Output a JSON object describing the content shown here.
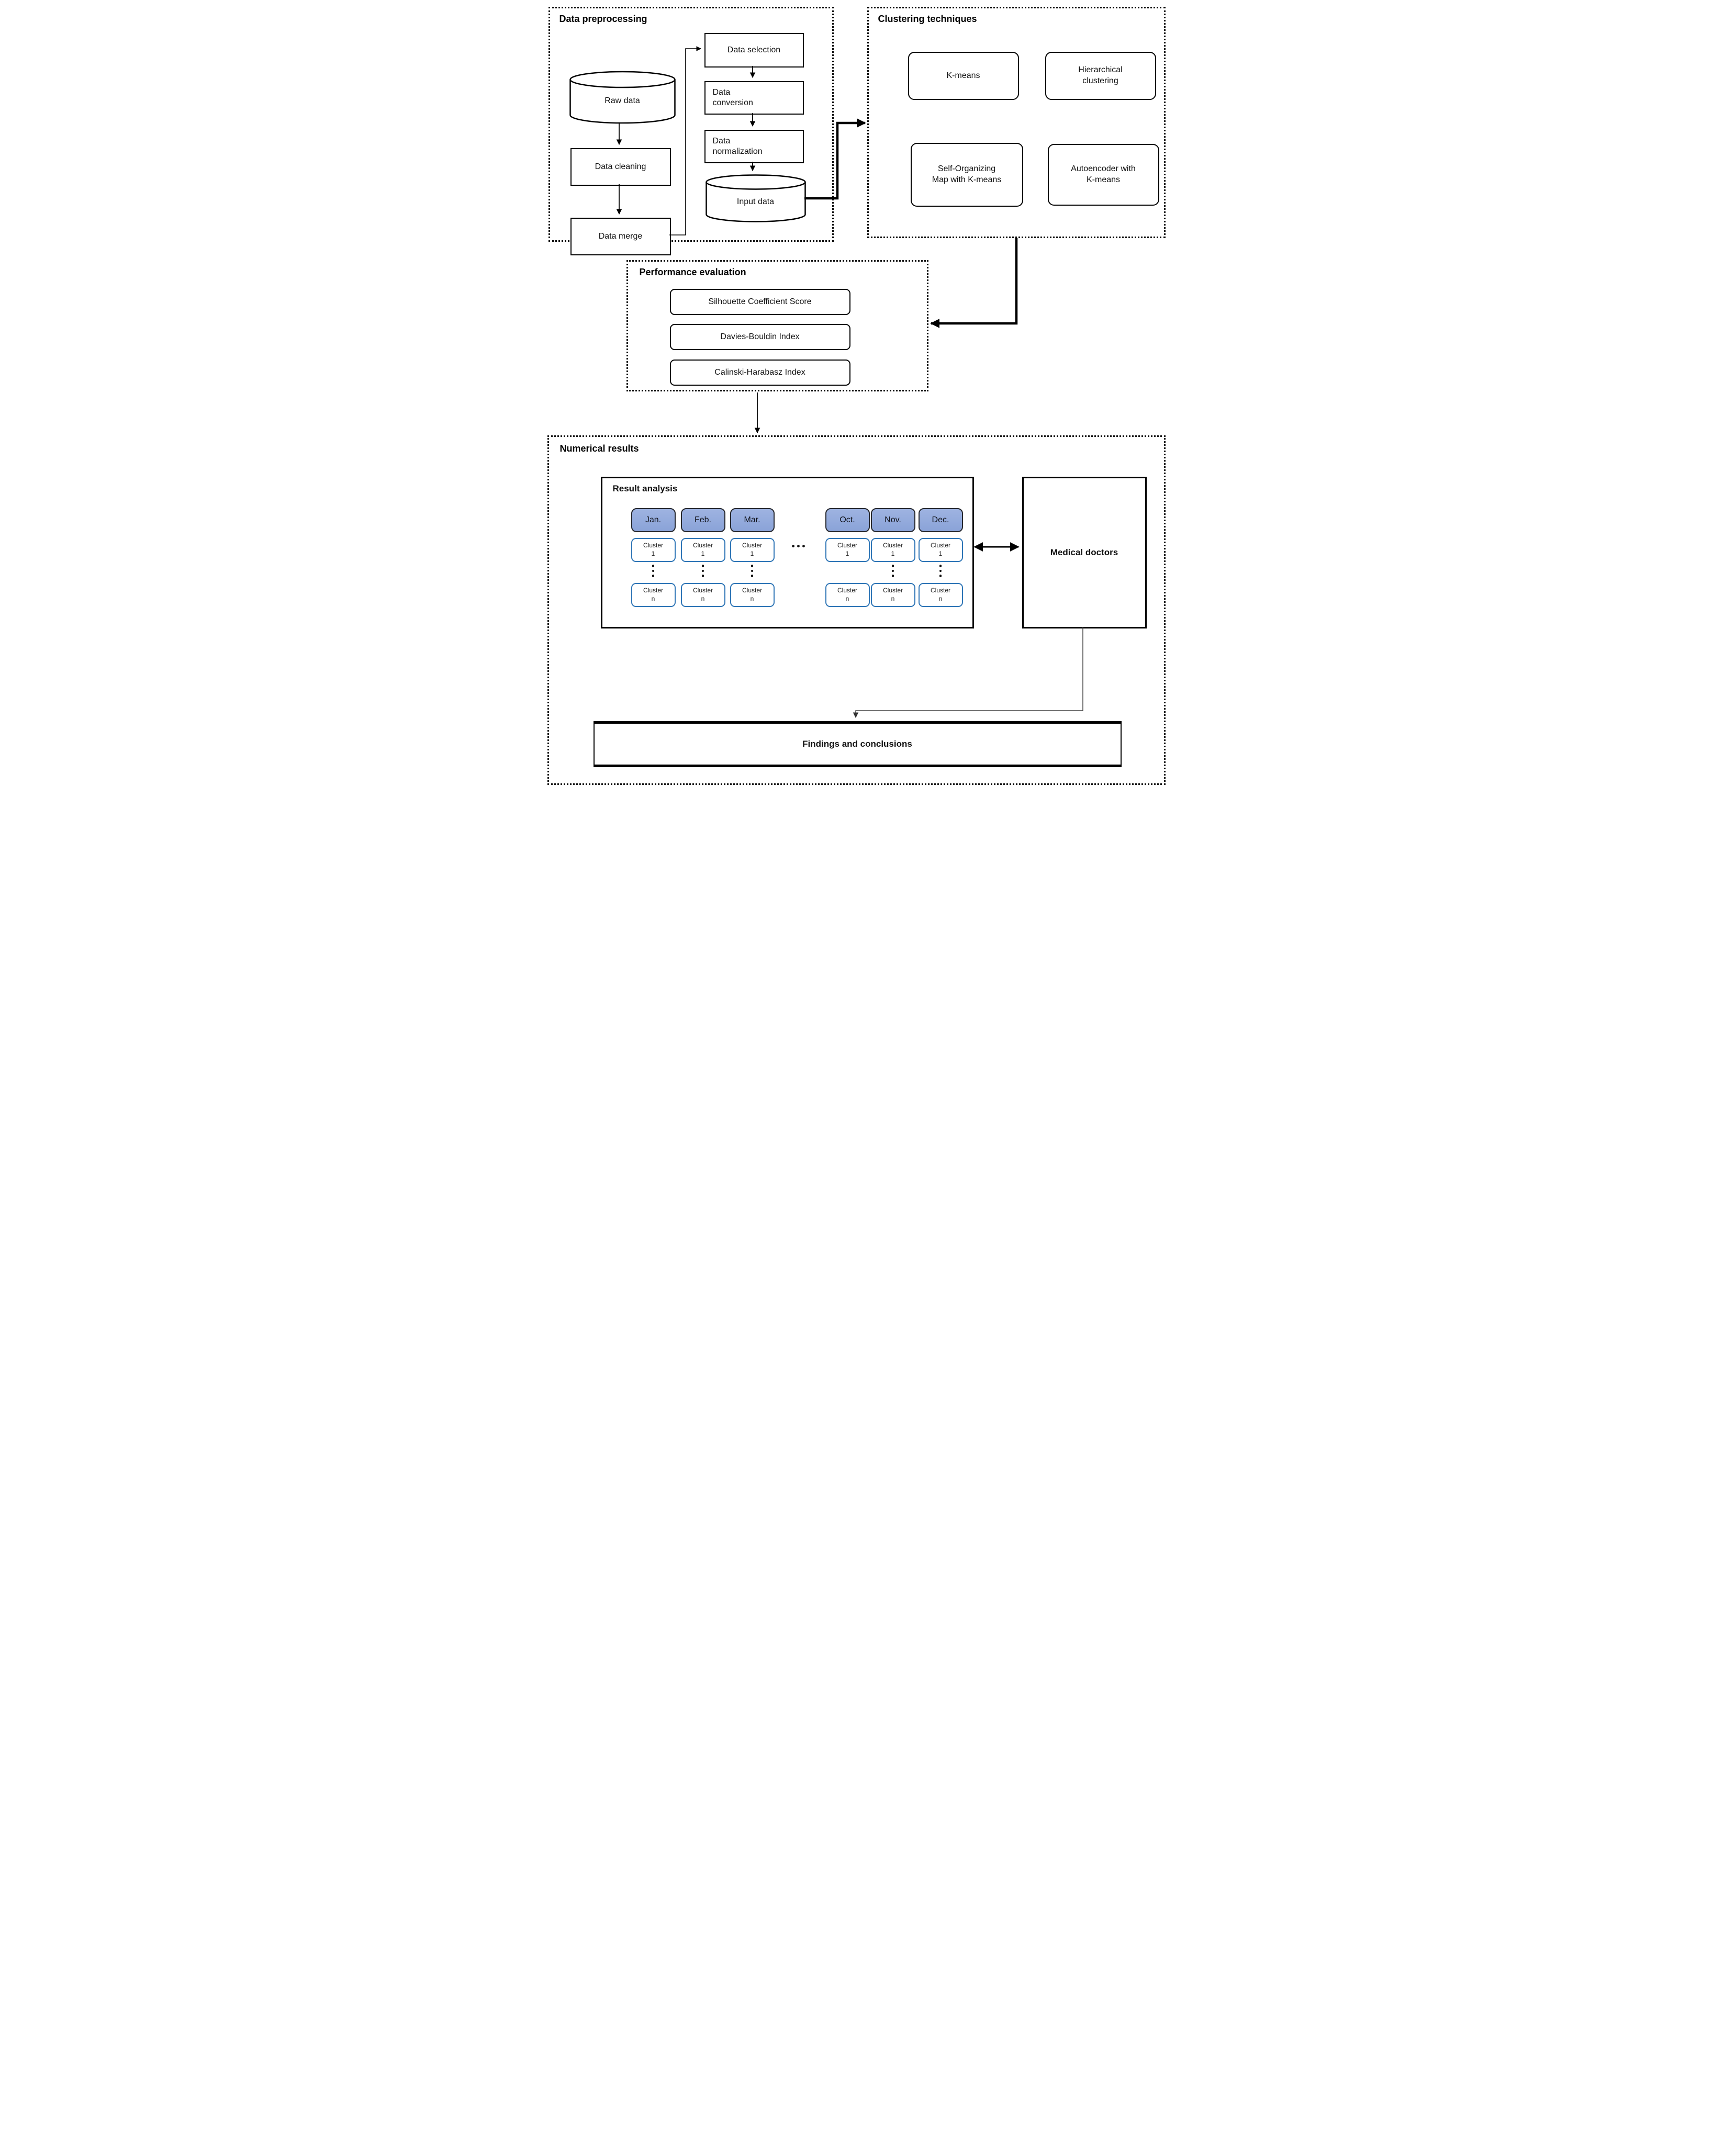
{
  "preprocessing": {
    "title": "Data preprocessing",
    "raw_data": "Raw data",
    "data_cleaning": "Data cleaning",
    "data_merge": "Data merge",
    "data_selection": "Data selection",
    "data_conversion": "Data conversion",
    "data_normalization": "Data normalization",
    "input_data": "Input data"
  },
  "clustering": {
    "title": "Clustering techniques",
    "kmeans": "K-means",
    "hierarchical": "Hierarchical clustering",
    "som": "Self-Organizing Map with K-means",
    "autoencoder": "Autoencoder with K-means"
  },
  "evaluation": {
    "title": "Performance evaluation",
    "metric1": "Silhouette Coefficient Score",
    "metric2": "Davies-Bouldin Index",
    "metric3": "Calinski-Harabasz Index"
  },
  "numerical": {
    "title": "Numerical results",
    "result_analysis": {
      "title": "Result analysis",
      "ellipsis": "•••",
      "cols": [
        {
          "month": "Jan.",
          "first": "Cluster\n1",
          "last": "Cluster\nn"
        },
        {
          "month": "Feb.",
          "first": "Cluster\n1",
          "last": "Cluster\nn"
        },
        {
          "month": "Mar.",
          "first": "Cluster\n1",
          "last": "Cluster\nn"
        },
        {
          "month": "Oct.",
          "first": "Cluster\n1",
          "last": "Cluster\nn"
        },
        {
          "month": "Nov.",
          "first": "Cluster\n1",
          "last": "Cluster\nn"
        },
        {
          "month": "Dec.",
          "first": "Cluster\n1",
          "last": "Cluster\nn"
        }
      ]
    },
    "medical_doctors": "Medical doctors",
    "findings": "Findings and conclusions"
  },
  "colors": {
    "month_fill": "#8faadc",
    "month_border": "#26282e",
    "cluster_border": "#2e75b6",
    "line": "#000000",
    "background": "#ffffff"
  }
}
